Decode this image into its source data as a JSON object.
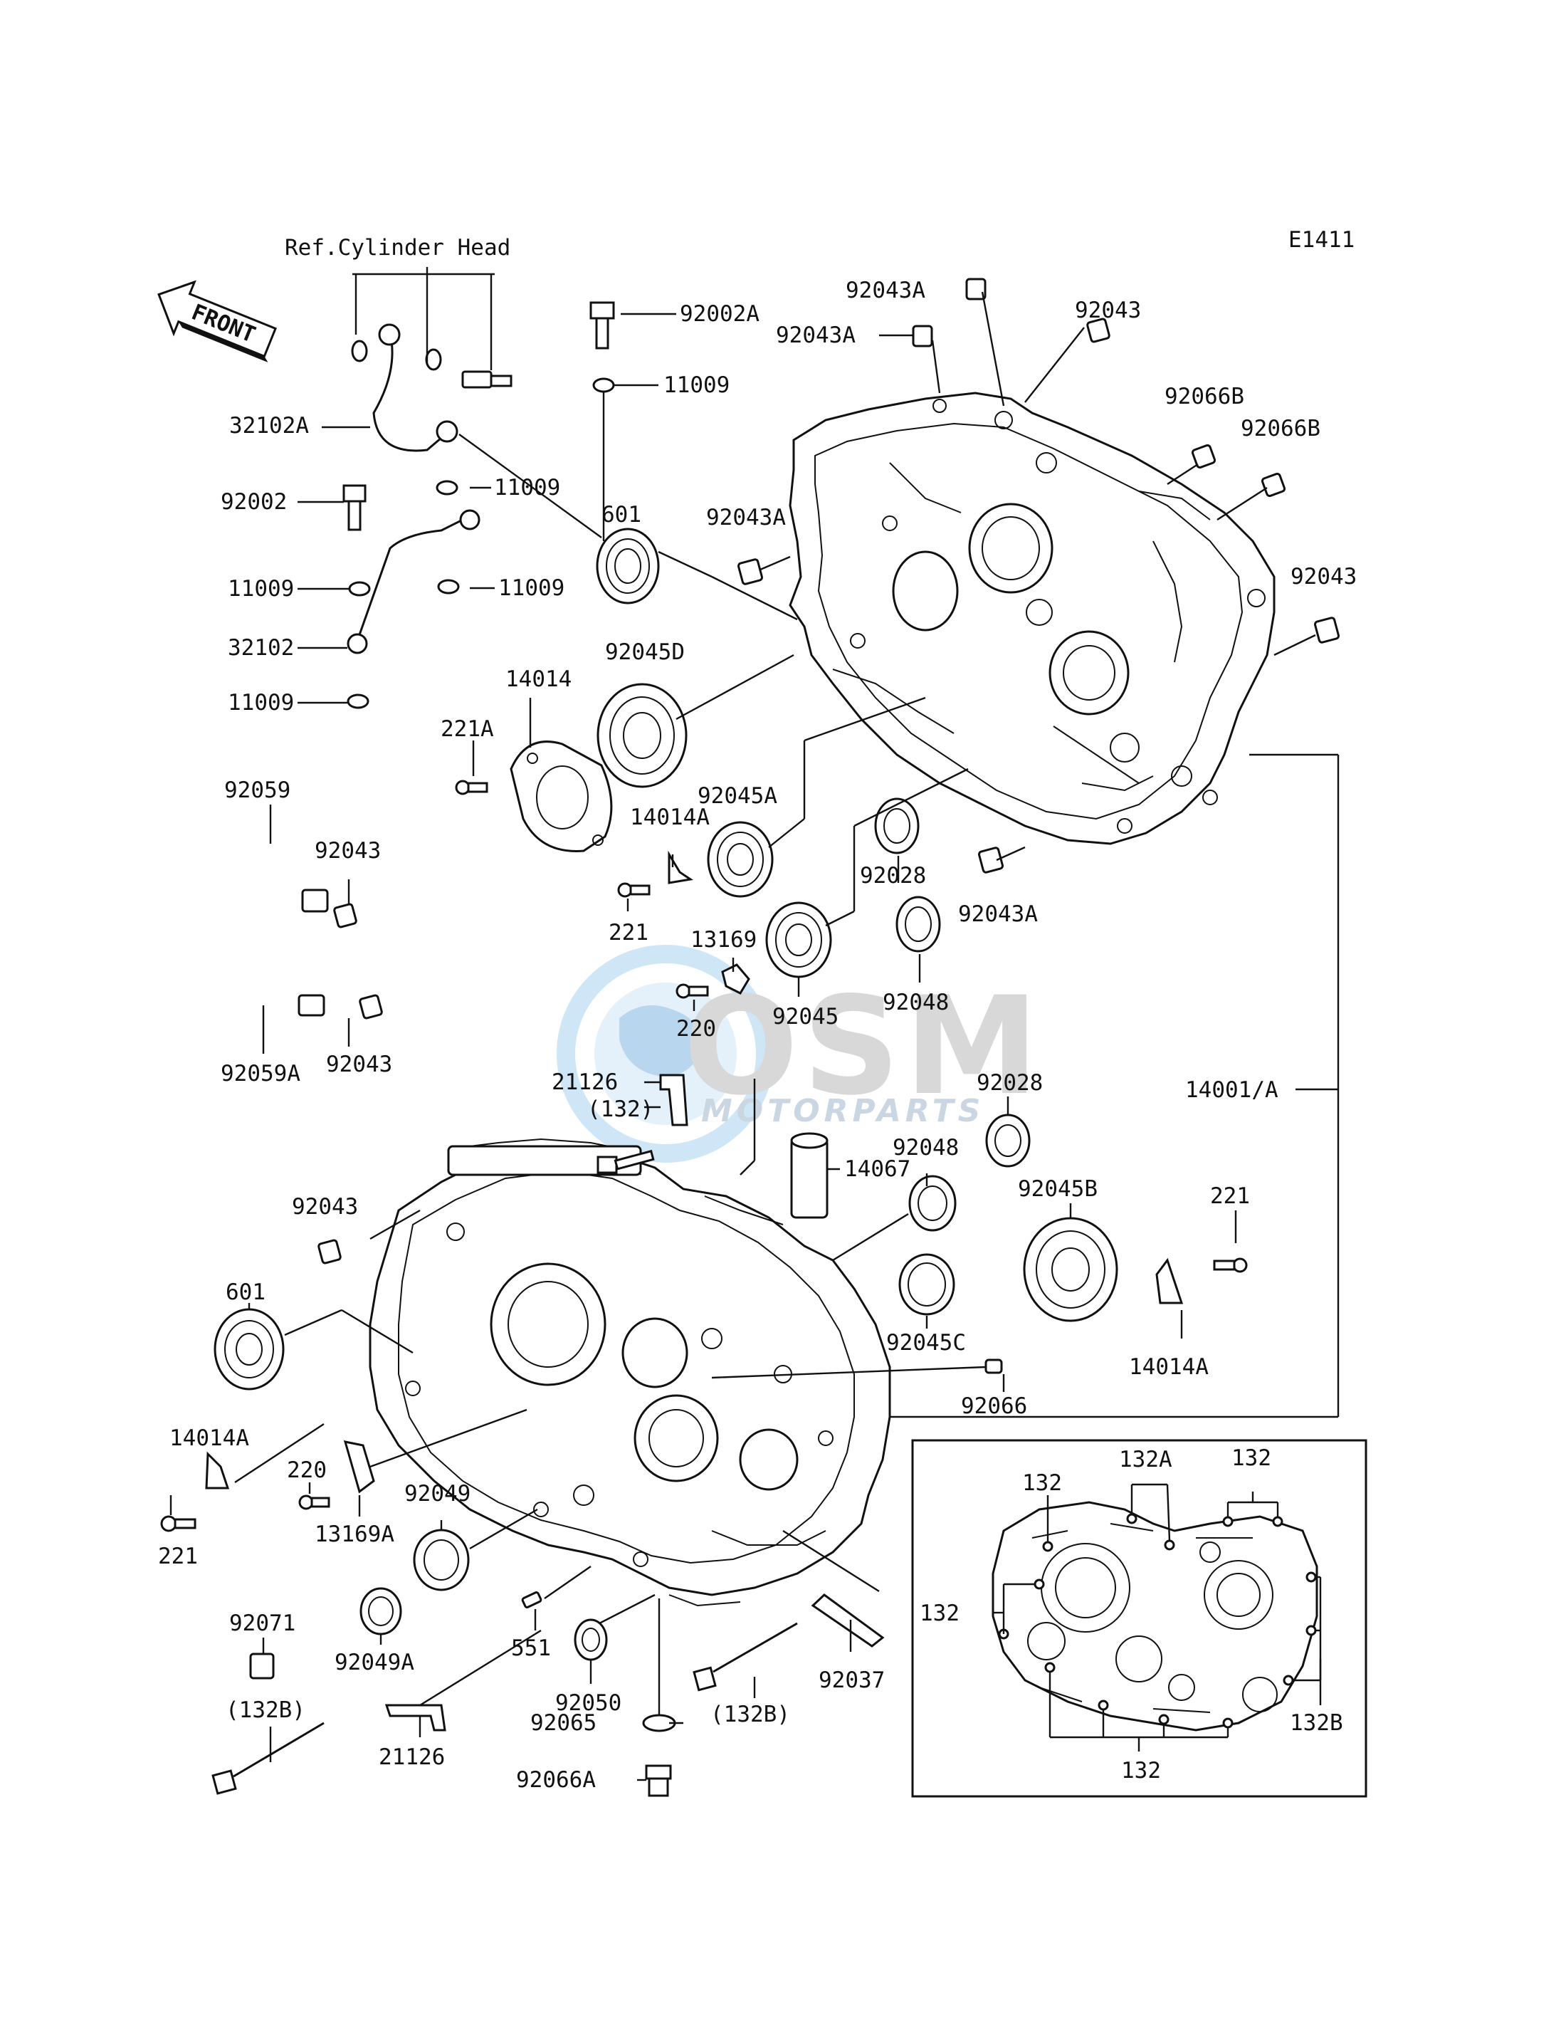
{
  "diagram": {
    "code": "E1411",
    "front_label": "FRONT",
    "ref_label": "Ref.Cylinder Head",
    "watermark": {
      "brand": "OSM",
      "sub": "MOTORPARTS",
      "color": "#3a8fd0"
    }
  },
  "parts": {
    "p_92002A": "92002A",
    "p_11009_a": "11009",
    "p_92043A_a": "92043A",
    "p_92043A_b": "92043A",
    "p_92043_a": "92043",
    "p_92066B_a": "92066B",
    "p_92066B_b": "92066B",
    "p_32102A": "32102A",
    "p_92002": "92002",
    "p_11009_b": "11009",
    "p_601_a": "601",
    "p_92043A_c": "92043A",
    "p_11009_c": "11009",
    "p_11009_d": "11009",
    "p_92043_b": "92043",
    "p_32102": "32102",
    "p_14014": "14014",
    "p_92045D": "92045D",
    "p_11009_e": "11009",
    "p_221A": "221A",
    "p_92059": "92059",
    "p_92045A": "92045A",
    "p_14014A_a": "14014A",
    "p_92043_c": "92043",
    "p_92028_a": "92028",
    "p_92043A_d": "92043A",
    "p_221_a": "221",
    "p_13169": "13169",
    "p_92048_a": "92048",
    "p_220_a": "220",
    "p_92045": "92045",
    "p_92059A": "92059A",
    "p_92043_d": "92043",
    "p_21126_a": "21126",
    "p_132_paren": "(132)",
    "p_92028_b": "92028",
    "p_14001A": "14001/A",
    "p_92048_b": "92048",
    "p_14067": "14067",
    "p_92045B": "92045B",
    "p_221_b": "221",
    "p_92043_e": "92043",
    "p_601_b": "601",
    "p_92045C": "92045C",
    "p_14014A_b": "14014A",
    "p_92066": "92066",
    "p_14014A_c": "14014A",
    "p_220_b": "220",
    "p_92049": "92049",
    "p_13169A": "13169A",
    "p_221_c": "221",
    "p_92071": "92071",
    "p_92049A": "92049A",
    "p_551": "551",
    "p_92037": "92037",
    "p_132B_a": "(132B)",
    "p_92050": "92050",
    "p_132B_b": "(132B)",
    "p_92065": "92065",
    "p_21126_b": "21126",
    "p_92066A": "92066A"
  },
  "inset": {
    "l_132_a": "132",
    "l_132A": "132A",
    "l_132_b": "132",
    "l_132_c": "132",
    "l_132B": "132B",
    "l_132_d": "132"
  }
}
